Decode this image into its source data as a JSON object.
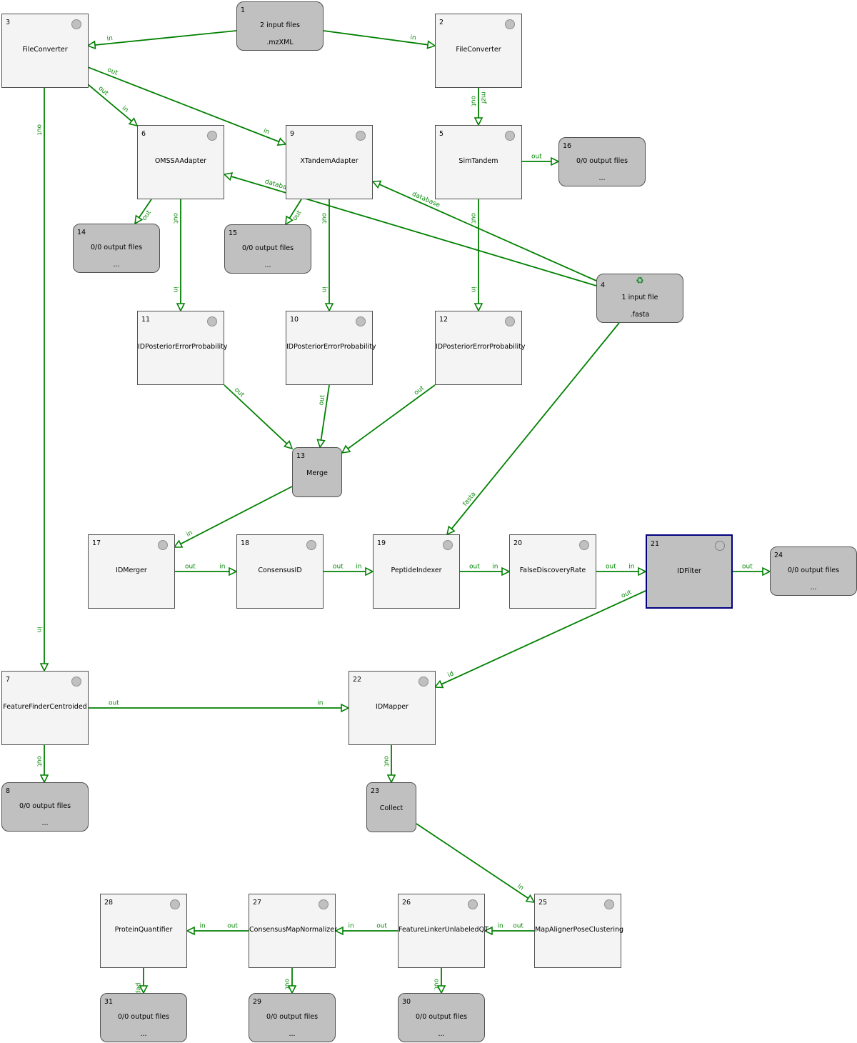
{
  "colors": {
    "edge": "#008000",
    "tool_bg": "#f4f4f4",
    "io_bg": "#c0c0c0",
    "selected_border": "#000080"
  },
  "nodes": {
    "n1": {
      "id": "1",
      "main": "2 input files",
      "sub": ".mzXML"
    },
    "n2": {
      "id": "2",
      "name": "FileConverter"
    },
    "n3": {
      "id": "3",
      "name": "FileConverter"
    },
    "n4": {
      "id": "4",
      "main": "1 input file",
      "sub": ".fasta",
      "icon": "recycle-icon",
      "glyph": "♻"
    },
    "n5": {
      "id": "5",
      "name": "SimTandem"
    },
    "n6": {
      "id": "6",
      "name": "OMSSAAdapter"
    },
    "n7": {
      "id": "7",
      "name": "FeatureFinderCentroided"
    },
    "n8": {
      "id": "8",
      "main": "0/0 output files",
      "sub": "..."
    },
    "n9": {
      "id": "9",
      "name": "XTandemAdapter"
    },
    "n10": {
      "id": "10",
      "name": "IDPosteriorErrorProbability"
    },
    "n11": {
      "id": "11",
      "name": "IDPosteriorErrorProbability"
    },
    "n12": {
      "id": "12",
      "name": "IDPosteriorErrorProbability"
    },
    "n13": {
      "id": "13",
      "name": "Merge"
    },
    "n14": {
      "id": "14",
      "main": "0/0 output files",
      "sub": "..."
    },
    "n15": {
      "id": "15",
      "main": "0/0 output files",
      "sub": "..."
    },
    "n16": {
      "id": "16",
      "main": "0/0 output files",
      "sub": "..."
    },
    "n17": {
      "id": "17",
      "name": "IDMerger"
    },
    "n18": {
      "id": "18",
      "name": "ConsensusID"
    },
    "n19": {
      "id": "19",
      "name": "PeptideIndexer"
    },
    "n20": {
      "id": "20",
      "name": "FalseDiscoveryRate"
    },
    "n21": {
      "id": "21",
      "name": "IDFilter"
    },
    "n22": {
      "id": "22",
      "name": "IDMapper"
    },
    "n23": {
      "id": "23",
      "name": "Collect"
    },
    "n24": {
      "id": "24",
      "main": "0/0 output files",
      "sub": "..."
    },
    "n25": {
      "id": "25",
      "name": "MapAlignerPoseClustering"
    },
    "n26": {
      "id": "26",
      "name": "FeatureLinkerUnlabeledQT"
    },
    "n27": {
      "id": "27",
      "name": "ConsensusMapNormalizer"
    },
    "n28": {
      "id": "28",
      "name": "ProteinQuantifier"
    },
    "n29": {
      "id": "29",
      "main": "0/0 output files",
      "sub": "..."
    },
    "n30": {
      "id": "30",
      "main": "0/0 output files",
      "sub": "..."
    },
    "n31": {
      "id": "31",
      "main": "0/0 output files",
      "sub": "..."
    }
  },
  "edges": [
    {
      "from": "1",
      "to": "3",
      "out": "",
      "in": "in"
    },
    {
      "from": "1",
      "to": "2",
      "out": "",
      "in": "in"
    },
    {
      "from": "3",
      "to": "6",
      "out": "out",
      "in": "in"
    },
    {
      "from": "3",
      "to": "9",
      "out": "out",
      "in": "in"
    },
    {
      "from": "3",
      "to": "7",
      "out": "out",
      "in": "in"
    },
    {
      "from": "2",
      "to": "5",
      "out": "out",
      "in": "mzf"
    },
    {
      "from": "5",
      "to": "16",
      "out": "out",
      "in": ""
    },
    {
      "from": "5",
      "to": "12",
      "out": "out",
      "in": "in"
    },
    {
      "from": "6",
      "to": "14",
      "out": "out",
      "in": ""
    },
    {
      "from": "6",
      "to": "11",
      "out": "out",
      "in": "in"
    },
    {
      "from": "9",
      "to": "15",
      "out": "out",
      "in": ""
    },
    {
      "from": "9",
      "to": "10",
      "out": "out",
      "in": "in"
    },
    {
      "from": "4",
      "to": "6",
      "out": "",
      "in": "database"
    },
    {
      "from": "4",
      "to": "9",
      "out": "",
      "in": "database"
    },
    {
      "from": "4",
      "to": "19",
      "out": "",
      "in": "fasta"
    },
    {
      "from": "11",
      "to": "13",
      "out": "out",
      "in": ""
    },
    {
      "from": "10",
      "to": "13",
      "out": "out",
      "in": ""
    },
    {
      "from": "12",
      "to": "13",
      "out": "out",
      "in": ""
    },
    {
      "from": "13",
      "to": "17",
      "out": "",
      "in": "in"
    },
    {
      "from": "17",
      "to": "18",
      "out": "out",
      "in": "in"
    },
    {
      "from": "18",
      "to": "19",
      "out": "out",
      "in": "in"
    },
    {
      "from": "19",
      "to": "20",
      "out": "out",
      "in": "in"
    },
    {
      "from": "20",
      "to": "21",
      "out": "out",
      "in": "in"
    },
    {
      "from": "21",
      "to": "24",
      "out": "out",
      "in": ""
    },
    {
      "from": "21",
      "to": "22",
      "out": "out",
      "in": "id"
    },
    {
      "from": "7",
      "to": "22",
      "out": "out",
      "in": "in"
    },
    {
      "from": "7",
      "to": "8",
      "out": "out",
      "in": ""
    },
    {
      "from": "22",
      "to": "23",
      "out": "out",
      "in": ""
    },
    {
      "from": "23",
      "to": "25",
      "out": "",
      "in": "in"
    },
    {
      "from": "25",
      "to": "26",
      "out": "out",
      "in": "in"
    },
    {
      "from": "26",
      "to": "27",
      "out": "out",
      "in": "in"
    },
    {
      "from": "27",
      "to": "28",
      "out": "out",
      "in": "in"
    },
    {
      "from": "26",
      "to": "30",
      "out": "out",
      "in": ""
    },
    {
      "from": "27",
      "to": "29",
      "out": "out",
      "in": ""
    },
    {
      "from": "28",
      "to": "31",
      "out": "peptide",
      "in": ""
    }
  ]
}
